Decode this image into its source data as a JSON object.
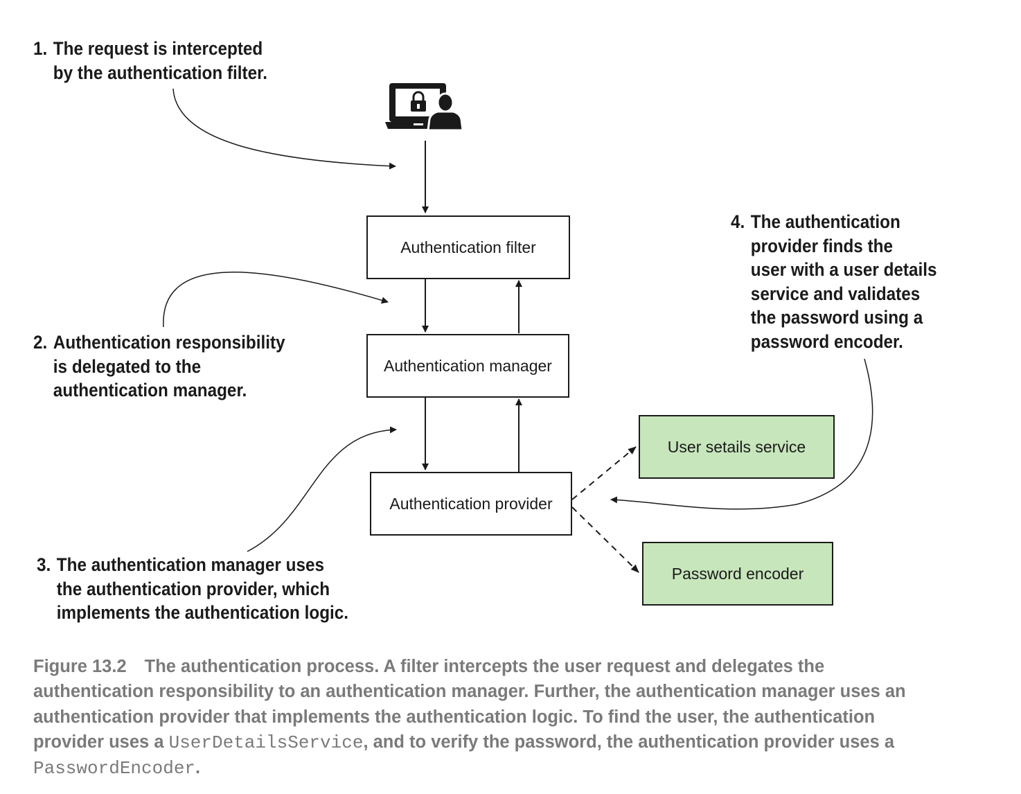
{
  "notes": {
    "note1": {
      "number": "1.",
      "lines": [
        "The request is intercepted",
        "by the authentication filter."
      ]
    },
    "note2": {
      "number": "2.",
      "lines": [
        "Authentication responsibility",
        "is delegated to the",
        "authentication manager."
      ]
    },
    "note3": {
      "number": "3.",
      "lines": [
        "The authentication manager uses",
        "the authentication provider, which",
        "implements the authentication logic."
      ]
    },
    "note4": {
      "number": "4.",
      "lines": [
        "The authentication",
        "provider finds the",
        "user with a user details",
        "service and validates",
        "the password using a",
        "password encoder."
      ]
    }
  },
  "boxes": {
    "filter": "Authentication filter",
    "manager": "Authentication manager",
    "provider": "Authentication provider",
    "user_details_service": "User setails service",
    "password_encoder": "Password encoder"
  },
  "icons": {
    "client": "laptop-lock-user-icon"
  },
  "colors": {
    "ink": "#1a1a1a",
    "component_fill": "#c8e6bc",
    "caption_text": "#7a7a7a"
  },
  "caption": {
    "label": "Figure 13.2",
    "line1": "The authentication process. A filter intercepts the user request and delegates the",
    "line2": "authentication responsibility to an authentication manager. Further, the authentication manager uses an",
    "line3": "authentication provider that implements the authentication logic. To find the user, the authentication",
    "line4_pre": "provider uses a ",
    "line4_code": "UserDetailsService",
    "line4_post": ", and to verify the password, the authentication provider uses a",
    "line5_code": "PasswordEncoder",
    "line5_post": "."
  }
}
